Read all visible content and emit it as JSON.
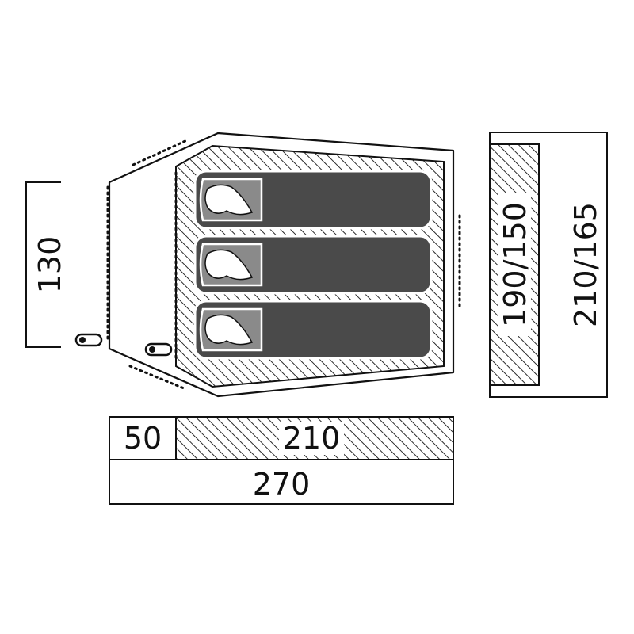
{
  "dimensions": {
    "height_left": "130",
    "vestibule_depth": "50",
    "inner_length": "210",
    "total_length": "270",
    "inner_width": "190/150",
    "total_width": "210/165"
  },
  "sleeping_bags": [
    {
      "label": ""
    },
    {
      "label": ""
    },
    {
      "label": ""
    }
  ],
  "colors": {
    "line": "#111111",
    "hatch": "#111111",
    "bag_fill": "#4a4a4a",
    "pillow_fill": "#8a8a8a",
    "background": "#ffffff"
  }
}
